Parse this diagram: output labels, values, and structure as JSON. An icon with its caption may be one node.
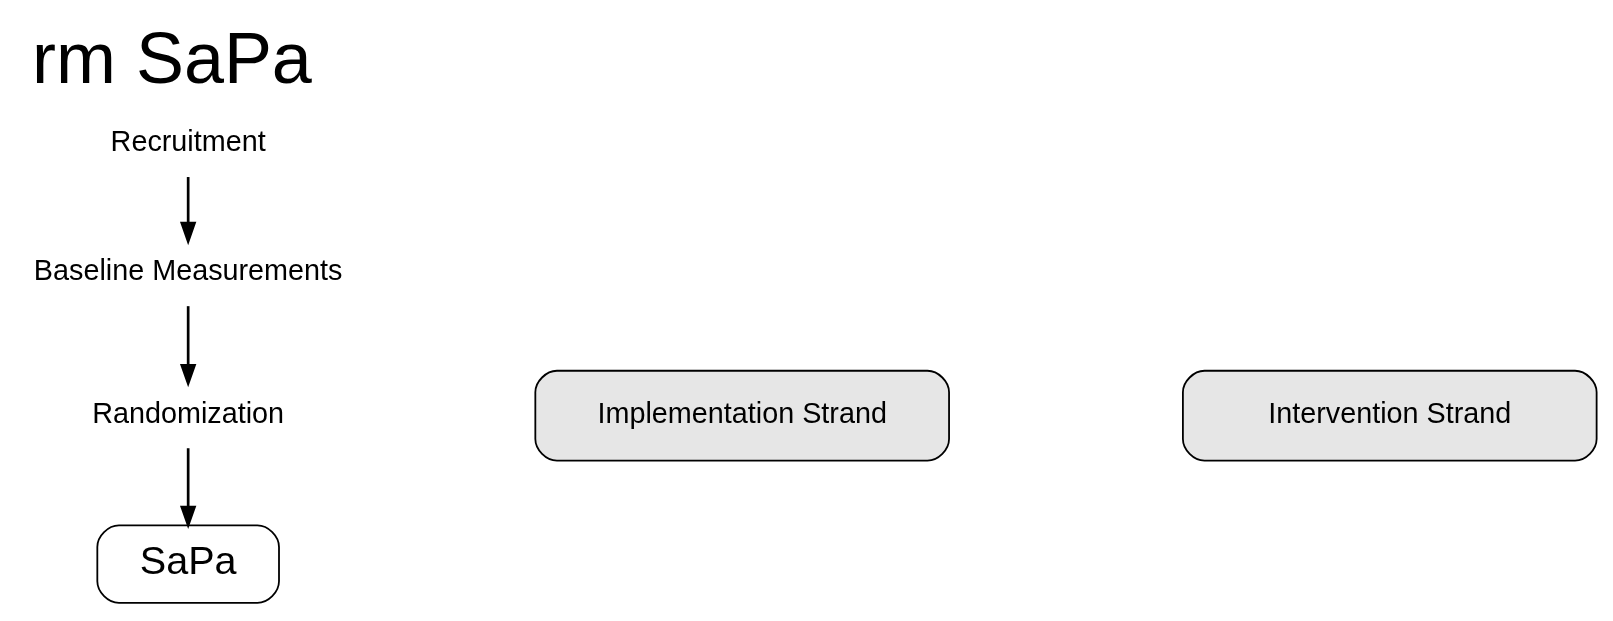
{
  "diagram": {
    "title": "rm SaPa",
    "nodes": [
      {
        "text": [
          "Recruitment"
        ]
      },
      {
        "text": [
          "Baseline Measurements"
        ]
      },
      {
        "text": [
          "Implementation Strand"
        ]
      },
      {
        "text": [
          "Randomization"
        ]
      },
      {
        "text": [
          "Intervention Strand"
        ]
      },
      {
        "text": [
          "SaPa"
        ]
      }
    ],
    "edges": [
      {
        "from": 0,
        "to": 1,
        "arrow": "to"
      },
      {
        "from": 1,
        "to": 3,
        "arrow": "to"
      },
      {
        "from": 3,
        "to": 5,
        "arrow": "to"
      }
    ]
  }
}
